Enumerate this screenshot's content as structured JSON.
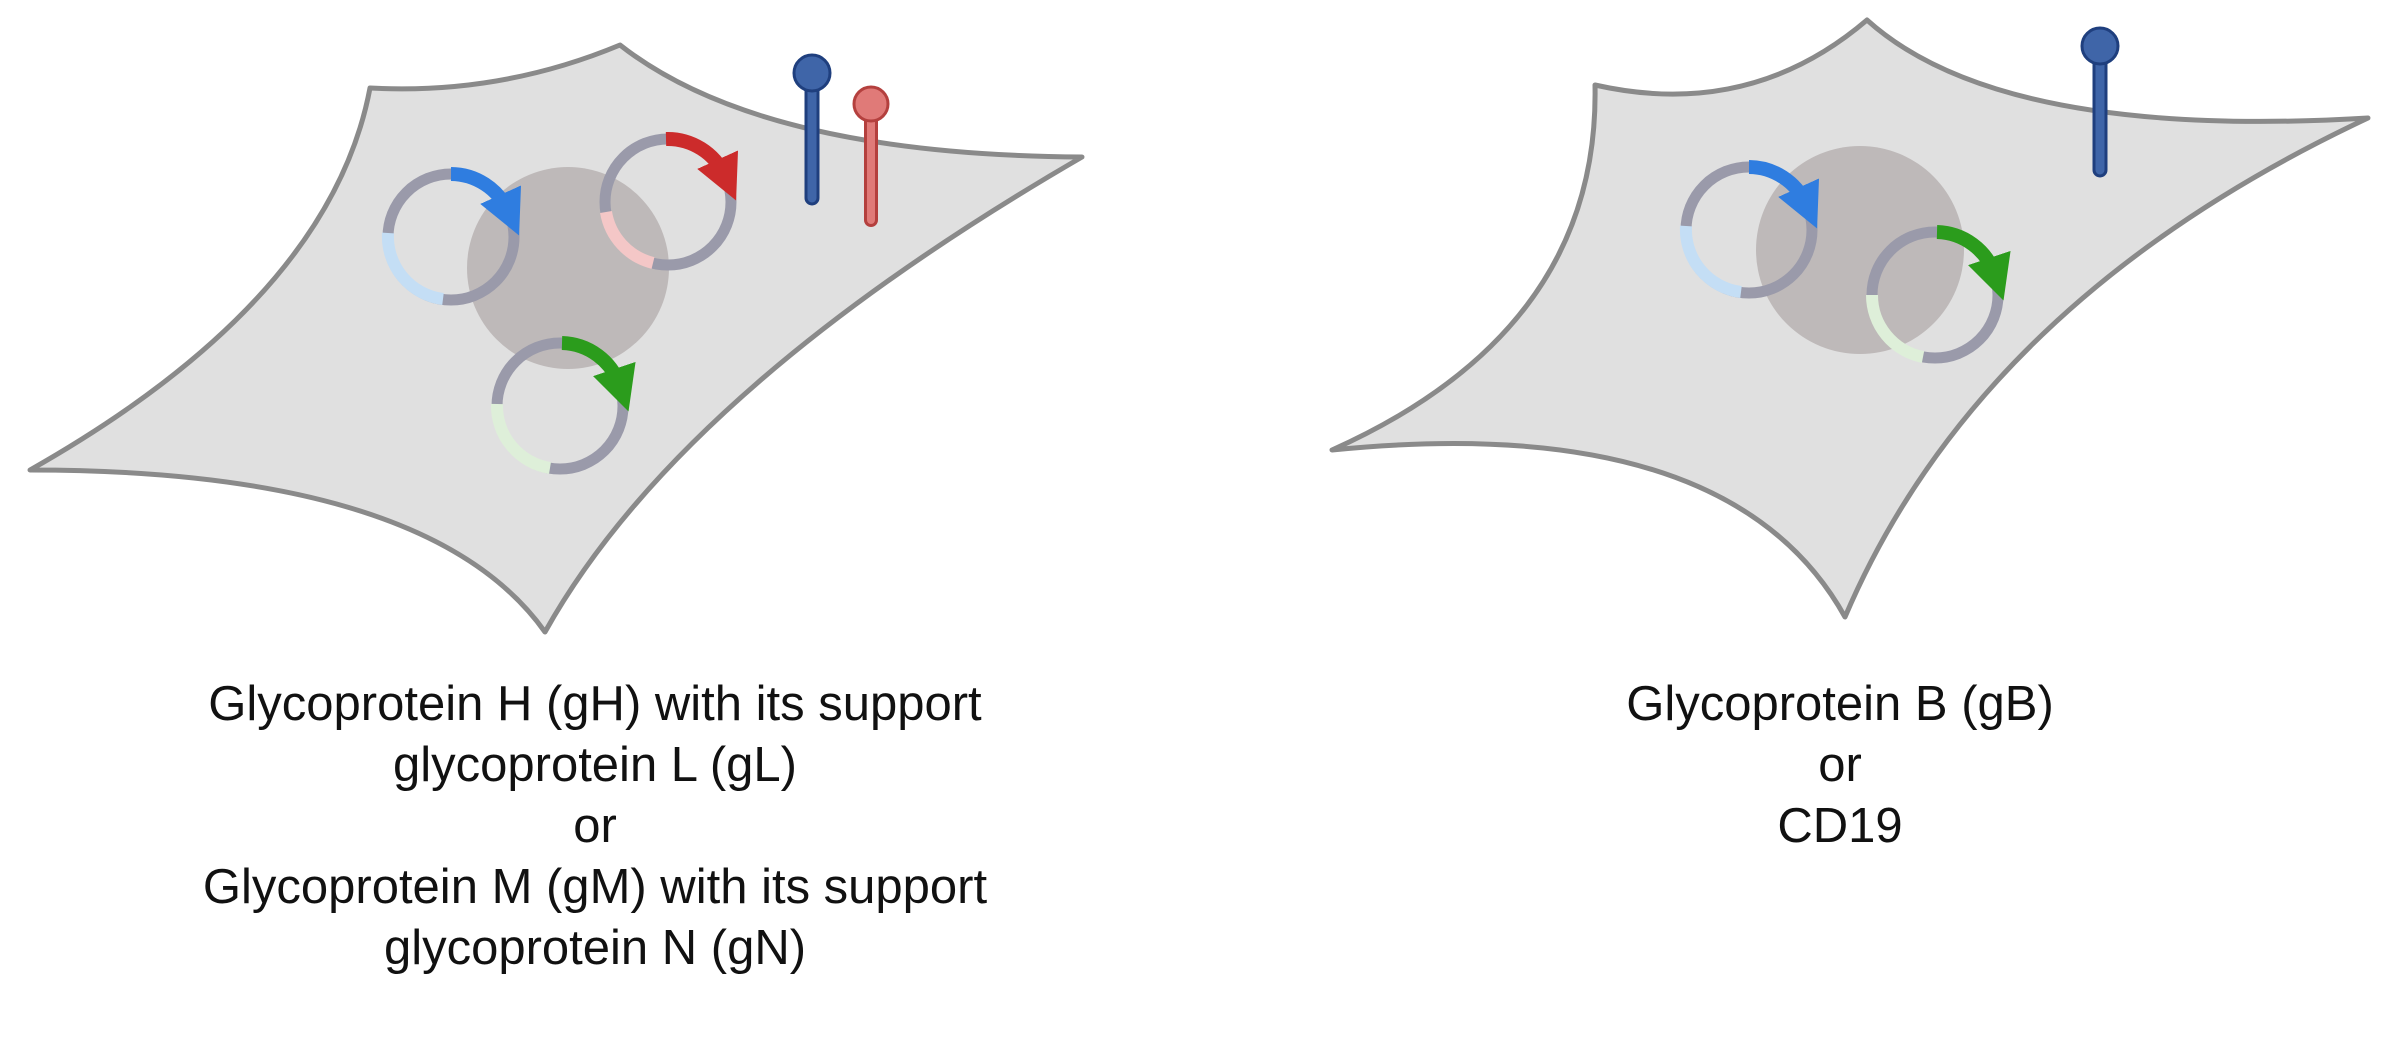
{
  "panels": [
    {
      "caption_lines": [
        "Glycoprotein H (gH) with its support",
        "glycoprotein L (gL)",
        "or",
        "Glycoprotein M (gM) with its support",
        "glycoprotein N (gN)"
      ],
      "plasmids": [
        "blue",
        "red",
        "green"
      ],
      "receptors": [
        "blue",
        "red"
      ]
    },
    {
      "caption_lines": [
        "Glycoprotein B (gB)",
        "or",
        "CD19"
      ],
      "plasmids": [
        "blue",
        "green"
      ],
      "receptors": [
        "blue"
      ]
    }
  ],
  "colors": {
    "cell_fill": "#e0e0e0",
    "cell_stroke": "#8a8a8a",
    "nucleus": "#b3acac",
    "plasmid_gray": "#9a9aaa",
    "blue": "#2f7de0",
    "blue_light": "#c4def5",
    "red": "#cc2b2b",
    "red_light": "#f4c7c7",
    "green": "#2b9c1c",
    "green_light": "#deefd9",
    "receptor_blue": "#3f65a8",
    "receptor_blue_stroke": "#1f3f7e",
    "receptor_red": "#e07a78",
    "receptor_red_stroke": "#b4403e"
  }
}
